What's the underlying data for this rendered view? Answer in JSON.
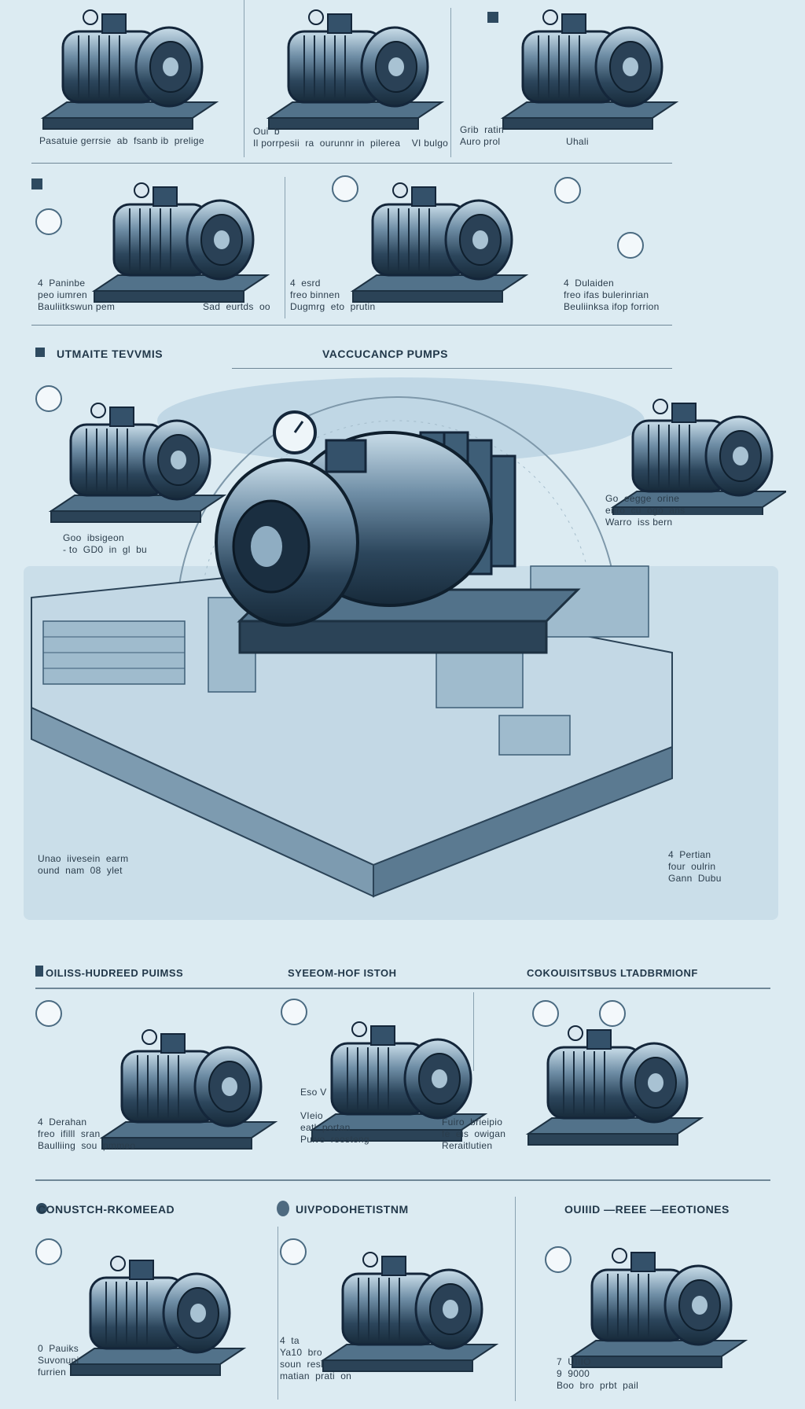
{
  "row1": {
    "captions": [
      "Pasatuie gerrsie  ab  fsanb ib  prelige",
      "Oui  b\nIl porrpesii  ra  ourunnr in  pilerea    VI bulgo",
      "Grib  ratin\nAuro prol                       Uhali"
    ]
  },
  "row2": {
    "captions": [
      "4  Paninbe\npeo iumren\nBauliitkswun pem",
      "Sad  eurtds  oo",
      "4  esrd\nfreo binnen\nDugmrg  eto  prutin",
      "4  Dulaiden\nfreo ifas bulerinrian\nBeuliinksa ifop forrion"
    ]
  },
  "hero": {
    "title_left": "UTMAITE TEVVMIS",
    "title_center": "VACCUCANCP PUMPS",
    "captions": [
      "Goo  ibsigeon\n- to  GD0  in  gl  bu",
      "Go  eegge  orine\nenro  cu  ogo  ans\nWarro  iss bern",
      "Unao  iivesein  earm\nound  nam  08  ylet",
      "4  Pertian\nfour  oulrin\nGann  Dubu"
    ]
  },
  "row4": {
    "headers": [
      "OILISS-HUDREED PUIMSS",
      "SYEEOM-HOF ISTOH",
      "COKOUISITSBUS LTADBRMIONF"
    ],
    "captions": [
      "4  Derahan\nfreo  ifilll  sran\nBaulliing  sou  pmmeo",
      "Eso V\n\nVIeio\neatl  portan\nPuivo  reosteng",
      "Fuiro  brieipio\nfe  eis  owigan\nReraitlutien"
    ]
  },
  "row5": {
    "headers": [
      "CONUSTCH-RKOMEEAD",
      "UIVPODOHETISTNM",
      "OUIIID —REEE —EEOTIONES"
    ],
    "captions": [
      "0  Pauiks\nSuvonuni\nfurrien",
      "4  ta\nYa10  bro\nsoun  resl\nmatian  prati  on",
      "7  UIIIO\n9  9000\nBoo  bro  prbt  pail"
    ]
  },
  "colors": {
    "background": "#dcebf2",
    "ink": "#1f3344",
    "metal": "#3e5e77",
    "highlight": "#c9dde9"
  }
}
